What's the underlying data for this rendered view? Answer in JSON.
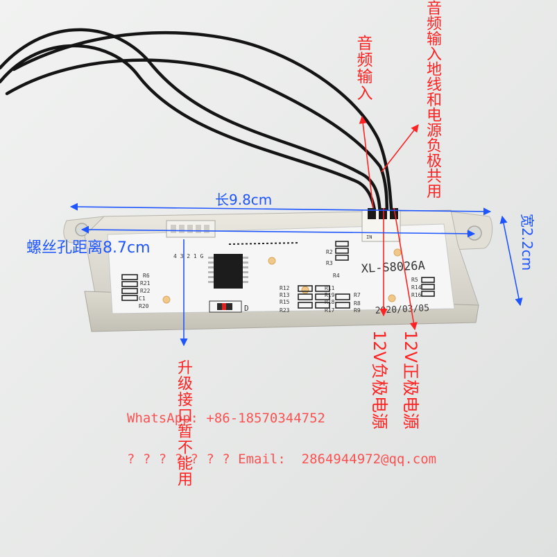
{
  "colors": {
    "red": "#ff2222",
    "blue": "#1e55ff",
    "board_white": "#f3f5f4",
    "housing": "#dedbd2",
    "wire": "#141414"
  },
  "annotations": {
    "audio_input": "音频输入",
    "audio_ground_power_negative": "音频输入地线和电源负极共用",
    "length": "长9.8cm",
    "hole_distance": "螺丝孔距离8.7cm",
    "width": "宽2.2cm",
    "upgrade_port": "升级接口暂不能用",
    "negative_12v": "12V负极电源",
    "positive_12v": "12V正极电源"
  },
  "watermark": {
    "whatsapp": "WhatsApp: +86-18570344752",
    "email": "? ? ? ? ? ? ? Email:  2864944972@qq.com"
  },
  "pcb": {
    "model": "XL-S8026A",
    "date": "2020/03/05",
    "diode_label": "D",
    "pin_labels": "4 3 2 1 G",
    "input_label": "IN",
    "refs_left": [
      "R6",
      "R21",
      "R22",
      "C1",
      "R20"
    ],
    "refs_mid": [
      "R12",
      "R13",
      "R15",
      "R23",
      "R11",
      "R19",
      "R18",
      "R17",
      "R7",
      "R8",
      "R9"
    ],
    "refs_right": [
      "R5",
      "R14",
      "R16"
    ],
    "refs_top": [
      "R2",
      "R3",
      "R4"
    ]
  }
}
